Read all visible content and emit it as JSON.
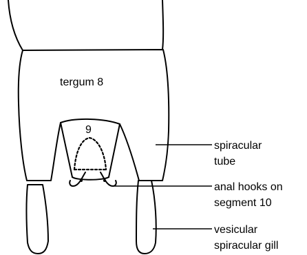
{
  "labels": {
    "tergum": "tergum 8",
    "segment9": "9",
    "spiracular_tube_line1": "spiracular",
    "spiracular_tube_line2": "tube",
    "anal_hooks_line1": "anal hooks on",
    "anal_hooks_line2": "segment 10",
    "vesicular_line1": "vesicular",
    "vesicular_line2": "spiracular gill"
  }
}
